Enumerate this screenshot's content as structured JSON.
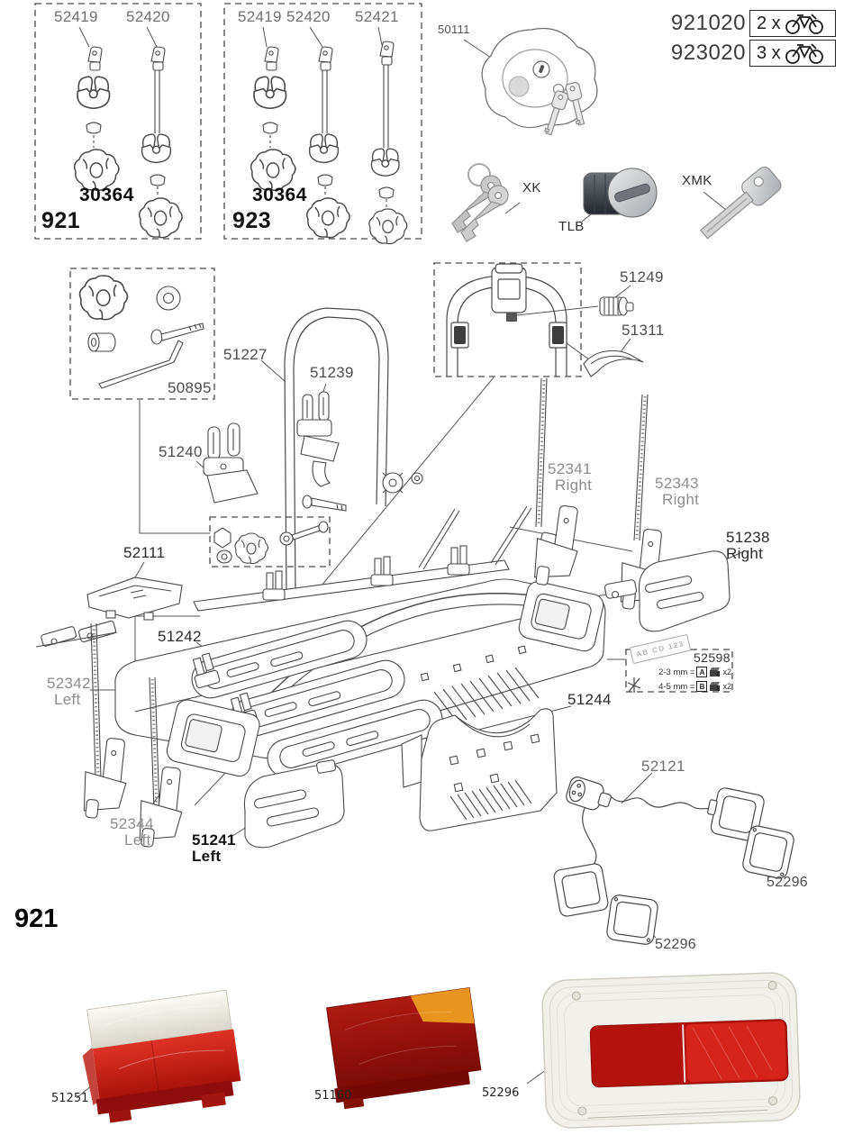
{
  "kits": {
    "k921": {
      "kit": "921",
      "bag": "30364",
      "callouts": [
        "52419",
        "52420"
      ]
    },
    "k923": {
      "kit": "923",
      "bag": "30364",
      "callouts": [
        "52419",
        "52420",
        "52421"
      ]
    }
  },
  "capacity": {
    "rows": [
      {
        "code": "921020",
        "qty": "2 x"
      },
      {
        "code": "923020",
        "qty": "3 x"
      }
    ]
  },
  "keys": {
    "xk": "XK",
    "tlb": "TLB",
    "xmk": "XMK"
  },
  "callouts": {
    "c50111": "50111",
    "c50895": "50895",
    "c51227": "51227",
    "c51239": "51239",
    "c51240": "51240",
    "c51249": "51249",
    "c51311": "51311",
    "c52111": "52111",
    "c51242": "51242",
    "c51244": "51244",
    "c52121": "52121",
    "c52296": "52296",
    "c51251": "51251",
    "c51160": "51160"
  },
  "sided": {
    "s52341": {
      "num": "52341",
      "side": "Right"
    },
    "s52343": {
      "num": "52343",
      "side": "Right"
    },
    "s51238": {
      "num": "51238",
      "side": "Right"
    },
    "s52342": {
      "num": "52342",
      "side": "Left"
    },
    "s52344": {
      "num": "52344",
      "side": "Left"
    },
    "s51241": {
      "num": "51241",
      "side": "Left"
    }
  },
  "fitkit": {
    "num": "52598",
    "plate": "AB CD 123",
    "rows": [
      {
        "range": "2-3 mm =",
        "letter": "A",
        "qty": "x2"
      },
      {
        "range": "4-5 mm =",
        "letter": "B",
        "qty": "x2"
      }
    ]
  },
  "bottom": {
    "kit": "921"
  }
}
